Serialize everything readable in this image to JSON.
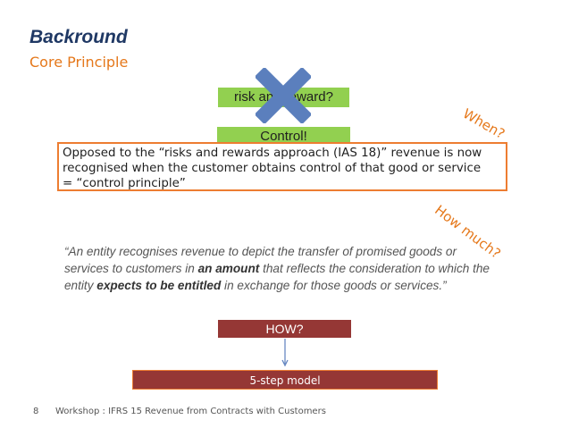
{
  "slide": {
    "title": "Backround",
    "subtitle": "Core Principle",
    "risk_box_label": "risk and reward?",
    "control_box_label": "Control!",
    "when_label": "When?",
    "how_much_label": "How much?",
    "explanation_text": "Opposed to the “risks and rewards approach (IAS 18)” revenue is now\nrecognised when the customer obtains control of that good or service\n= “control principle”",
    "quote": {
      "part1": "“An entity recognises revenue to depict the transfer of promised goods or services to customers in ",
      "bold1": "an amount",
      "part2": " that reflects the consideration to which the entity ",
      "bold2": "expects to be entitled",
      "part3": " in exchange for those goods or services.”"
    },
    "how_box_label": "HOW?",
    "model_box_label": "5-step model",
    "page_number": "8",
    "footer_text": "Workshop : IFRS 15 Revenue from Contracts with Customers"
  },
  "colors": {
    "title": "#1f3864",
    "accent_orange": "#e5781b",
    "green": "#92d050",
    "dark_red": "#953735",
    "cross_blue": "#5b7fbd"
  },
  "icons": {
    "cross": "x-cross-icon",
    "arrow": "arrow-down-icon"
  }
}
